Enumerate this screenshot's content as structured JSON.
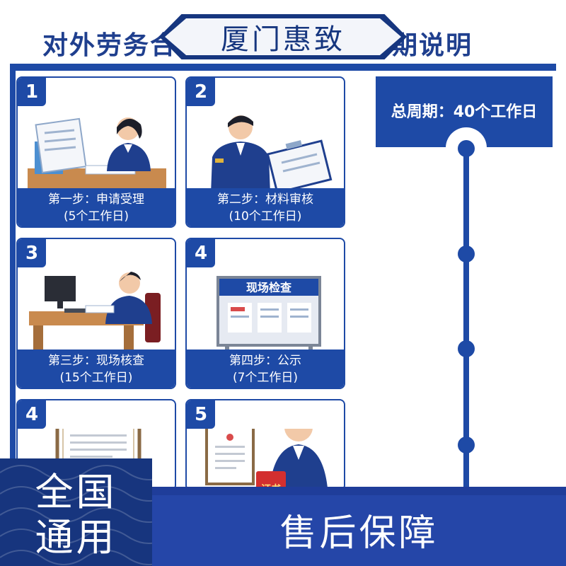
{
  "brand": {
    "name": "厦门惠致"
  },
  "heading": {
    "text": "对外劳务合作经营资格申请周期说明"
  },
  "steps": [
    {
      "number": "1",
      "title": "第一步：申请受理",
      "duration": "(5个工作日)"
    },
    {
      "number": "2",
      "title": "第二步：材料审核",
      "duration": "(10个工作日)"
    },
    {
      "number": "3",
      "title": "第三步：现场核查",
      "duration": "(15个工作日)"
    },
    {
      "number": "4",
      "title": "第四步：公示",
      "duration": "(7个工作日)",
      "board_title": "现场检查"
    },
    {
      "number": "4"
    },
    {
      "number": "5",
      "badge": "证书"
    }
  ],
  "timeline": {
    "total_period": "总周期：40个工作日"
  },
  "bottom": {
    "left_line1": "全国",
    "left_line2": "通用",
    "right_text": "售后保障"
  },
  "colors": {
    "primary": "#1e4aa6",
    "dark": "#16367f",
    "white": "#ffffff"
  }
}
